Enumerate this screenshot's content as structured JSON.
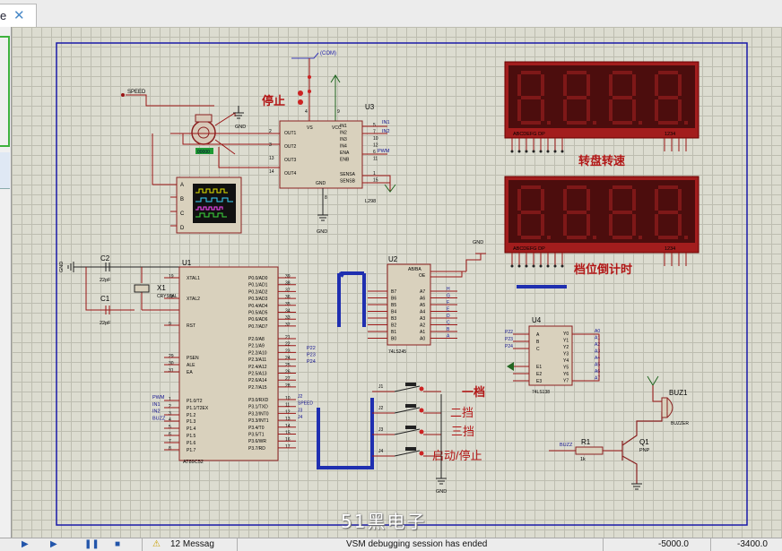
{
  "tab": {
    "title_fragment": "e",
    "close_glyph": "✕"
  },
  "schematic": {
    "speed_net": "SPEED",
    "com_label": "(COM)",
    "stop_label": "停止",
    "l298": {
      "ref": "U3",
      "part": "L298",
      "left_pins": [
        "OUT1",
        "OUT2",
        "OUT3",
        "OUT4"
      ],
      "left_nums": [
        "2",
        "3",
        "13",
        "14"
      ],
      "top_pins": [
        "VS",
        "VCC"
      ],
      "top_nums": [
        "4",
        "9"
      ],
      "right_pins": [
        "IN1",
        "IN2",
        "IN3",
        "IN4",
        "ENA",
        "ENB",
        "SENSA",
        "SENSB"
      ],
      "right_nums": [
        "5",
        "7",
        "10",
        "12",
        "6",
        "11",
        "1",
        "15"
      ],
      "gnd_pin": "GND",
      "gnd_num": "8",
      "in_nets": [
        "IN1",
        "IN2",
        "PWM"
      ]
    },
    "motor_value": "00000",
    "scope_channels": [
      "A",
      "B",
      "C",
      "D"
    ],
    "gnd": "GND",
    "display_speed_label": "转盘转速",
    "display_gear_label": "档位倒计时",
    "seg_bottom_left": "ABCDEFG DP",
    "seg_bottom_right": "1234",
    "c2": {
      "ref": "C2",
      "value": "22pF"
    },
    "c1": {
      "ref": "C1",
      "value": "22pF"
    },
    "x1": {
      "ref": "X1",
      "type": "CRYSTAL"
    },
    "u1": {
      "ref": "U1",
      "part": "AT89C52",
      "left_pins": [
        "XTAL1",
        "XTAL2",
        "RST",
        "PSEN",
        "ALE",
        "EA",
        "P1.0/T2",
        "P1.1/T2EX",
        "P1.2",
        "P1.3",
        "P1.4",
        "P1.5",
        "P1.6",
        "P1.7"
      ],
      "left_nums": [
        "19",
        "18",
        "9",
        "29",
        "30",
        "31",
        "1",
        "2",
        "3",
        "4",
        "5",
        "6",
        "7",
        "8"
      ],
      "right_pins": [
        "P0.0/AD0",
        "P0.1/AD1",
        "P0.2/AD2",
        "P0.3/AD3",
        "P0.4/AD4",
        "P0.5/AD5",
        "P0.6/AD6",
        "P0.7/AD7",
        "P2.0/A8",
        "P2.1/A9",
        "P2.2/A10",
        "P2.3/A11",
        "P2.4/A12",
        "P2.5/A13",
        "P2.6/A14",
        "P2.7/A15",
        "P3.0/RXD",
        "P3.1/TXD",
        "P3.2/INT0",
        "P3.3/INT1",
        "P3.4/T0",
        "P3.5/T1",
        "P3.6/WR",
        "P3.7/RD"
      ],
      "right_nums": [
        "39",
        "38",
        "37",
        "36",
        "35",
        "34",
        "33",
        "32",
        "21",
        "22",
        "23",
        "24",
        "25",
        "26",
        "27",
        "28",
        "10",
        "11",
        "12",
        "13",
        "14",
        "15",
        "16",
        "17"
      ],
      "p1_nets": [
        "PWM",
        "IN1",
        "IN2",
        "BUZZ"
      ],
      "p2_nets": [
        "P22",
        "P23",
        "P24"
      ],
      "p3_nets": [
        "J2",
        "SPEED",
        "J3",
        "J4"
      ]
    },
    "u2": {
      "ref": "U2",
      "part": "74LS245",
      "top_pins": [
        "AB/BA",
        "OE"
      ],
      "left_pins": [
        "B7",
        "B6",
        "B5",
        "B4",
        "B3",
        "B2",
        "B1",
        "B0"
      ],
      "right_pins": [
        "A7",
        "A6",
        "A5",
        "A4",
        "A3",
        "A2",
        "A1",
        "A0"
      ],
      "right_nets": [
        "H",
        "G",
        "F",
        "E",
        "D",
        "C",
        "B",
        "A"
      ]
    },
    "u4": {
      "ref": "U4",
      "part": "74LS138",
      "left_pins": [
        "A",
        "B",
        "C",
        "E1",
        "E2",
        "E3"
      ],
      "in_nets": [
        "P22",
        "P23",
        "P24"
      ],
      "right_pins": [
        "Y0",
        "Y1",
        "Y2",
        "Y3",
        "Y4",
        "Y5",
        "Y6",
        "Y7"
      ],
      "out_nets": [
        "A0",
        "A1",
        "A2",
        "A3",
        "A4",
        "A5",
        "A6",
        "A7"
      ]
    },
    "switches": [
      "J1",
      "J2",
      "J3",
      "J4"
    ],
    "gear_labels": [
      "一档",
      "二挡",
      "三挡",
      "启动/停止"
    ],
    "r1": {
      "ref": "R1",
      "value": "1k",
      "net": "BUZZ"
    },
    "q1": {
      "ref": "Q1",
      "type": "PNP"
    },
    "buz1": {
      "ref": "BUZ1",
      "type": "BUZZER"
    }
  },
  "watermark": "51黑电子",
  "status": {
    "messages": "12 Messag",
    "debug_text": "VSM debugging session has ended",
    "coord_x": "-5000.0",
    "coord_y": "-3400.0"
  }
}
